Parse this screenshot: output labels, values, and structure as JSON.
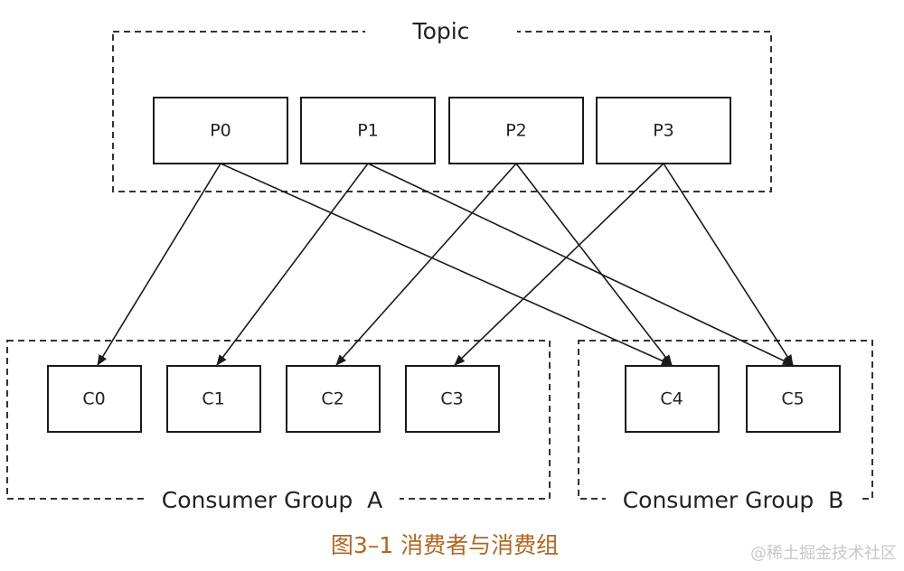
{
  "topic": {
    "label": "Topic",
    "partitions": [
      {
        "id": "p0",
        "label": "P0"
      },
      {
        "id": "p1",
        "label": "P1"
      },
      {
        "id": "p2",
        "label": "P2"
      },
      {
        "id": "p3",
        "label": "P3"
      }
    ]
  },
  "groups": [
    {
      "id": "a",
      "label": "Consumer Group  A",
      "consumers": [
        {
          "id": "c0",
          "label": "C0"
        },
        {
          "id": "c1",
          "label": "C1"
        },
        {
          "id": "c2",
          "label": "C2"
        },
        {
          "id": "c3",
          "label": "C3"
        }
      ]
    },
    {
      "id": "b",
      "label": "Consumer Group  B",
      "consumers": [
        {
          "id": "c4",
          "label": "C4"
        },
        {
          "id": "c5",
          "label": "C5"
        }
      ]
    }
  ],
  "edges": [
    {
      "from": "p0",
      "to": "c0"
    },
    {
      "from": "p0",
      "to": "c4"
    },
    {
      "from": "p1",
      "to": "c1"
    },
    {
      "from": "p1",
      "to": "c5"
    },
    {
      "from": "p2",
      "to": "c2"
    },
    {
      "from": "p2",
      "to": "c4"
    },
    {
      "from": "p3",
      "to": "c3"
    },
    {
      "from": "p3",
      "to": "c5"
    }
  ],
  "caption": "图3–1 消费者与消费组",
  "watermark": "@稀土掘金技术社区",
  "colors": {
    "line": "#1a1a1a",
    "box_fill": "#ffffff",
    "caption": "#b5651d",
    "watermark": "#c8c8c8"
  }
}
